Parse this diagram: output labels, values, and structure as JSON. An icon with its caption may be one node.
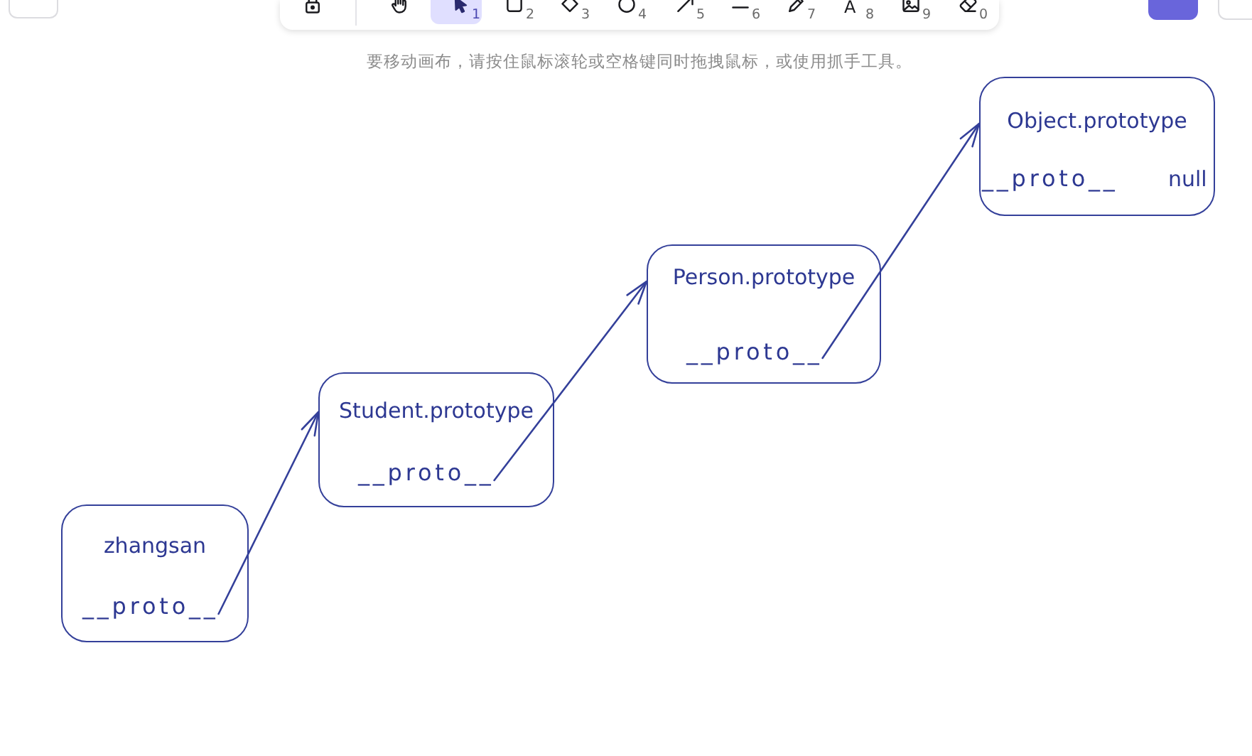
{
  "diagram": {
    "nodes": [
      {
        "text": [
          "zhangsan"
        ]
      },
      {
        "text": [
          "__proto__"
        ],
        "in": 0
      },
      {
        "text": [
          "Student.prototype"
        ]
      },
      {
        "text": [
          "__proto__"
        ],
        "in": 2
      },
      {
        "text": [
          "Person.prototype"
        ]
      },
      {
        "text": [
          "__proto__"
        ],
        "in": 4
      },
      {
        "text": [
          "Object.prototype",
          "__proto__",
          "null"
        ]
      }
    ],
    "edges": [
      {
        "from": 1,
        "to": 2,
        "arrow": "to"
      },
      {
        "from": 3,
        "to": 4,
        "arrow": "to"
      },
      {
        "from": 5,
        "to": 6,
        "arrow": "to"
      }
    ],
    "labels": [
      "1",
      "2",
      "3",
      "4",
      "5",
      "6",
      "7",
      "A",
      "8",
      "9",
      "0",
      "要移动画布，请按住鼠标滚轮或空格键同时拖拽鼠标，或使用抓手工具。"
    ]
  }
}
